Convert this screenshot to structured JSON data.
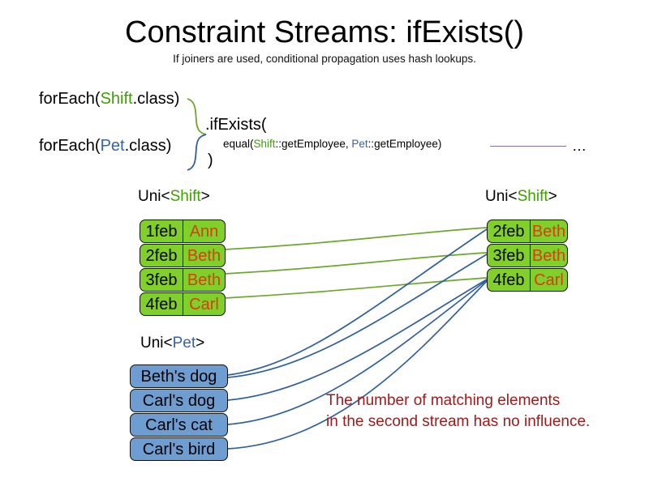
{
  "header": {
    "title": "Constraint Streams: ifExists()",
    "subtitle": "If joiners are used, conditional propagation uses hash lookups."
  },
  "code": {
    "foreach_shift_prefix": "forEach(",
    "foreach_shift_type": "Shift",
    "foreach_shift_suffix": ".class)",
    "foreach_pet_prefix": "forEach(",
    "foreach_pet_type": "Pet",
    "foreach_pet_suffix": ".class)",
    "ifexists_label": ".ifExists(",
    "close_paren": ")",
    "equal_prefix": "equal(",
    "equal_shift_type": "Shift",
    "equal_shift_method": "::getEmployee, ",
    "equal_pet_type": "Pet",
    "equal_pet_method": "::getEmployee)",
    "tail_ellipsis": "…"
  },
  "streams": {
    "left_shift": {
      "label_prefix": "Uni<",
      "label_type": "Shift",
      "label_suffix": ">",
      "rows": [
        {
          "date": "1feb",
          "name": "Ann"
        },
        {
          "date": "2feb",
          "name": "Beth"
        },
        {
          "date": "3feb",
          "name": "Beth"
        },
        {
          "date": "4feb",
          "name": "Carl"
        }
      ]
    },
    "pet": {
      "label_prefix": "Uni<",
      "label_type": "Pet",
      "label_suffix": ">",
      "rows": [
        {
          "value": "Beth's dog"
        },
        {
          "value": "Carl's dog"
        },
        {
          "value": "Carl's cat"
        },
        {
          "value": "Carl's bird"
        }
      ]
    },
    "right_shift": {
      "label_prefix": "Uni<",
      "label_type": "Shift",
      "label_suffix": ">",
      "rows": [
        {
          "date": "2feb",
          "name": "Beth"
        },
        {
          "date": "3feb",
          "name": "Beth"
        },
        {
          "date": "4feb",
          "name": "Carl"
        }
      ]
    }
  },
  "annotation": {
    "line1": "The number of matching elements",
    "line2": "in the second stream has no influence."
  },
  "colors": {
    "shift_green": "#81cf2a",
    "pet_blue": "#6d9dd1",
    "name_orange": "#d4400e",
    "type_shift_text": "#3da000",
    "type_pet_text": "#3465a4",
    "annotation_red": "#a01b1b",
    "wire_green": "#6aa82a",
    "wire_blue": "#2f5f9e",
    "tail_line": "#8b6fa0",
    "border": "#111111"
  }
}
